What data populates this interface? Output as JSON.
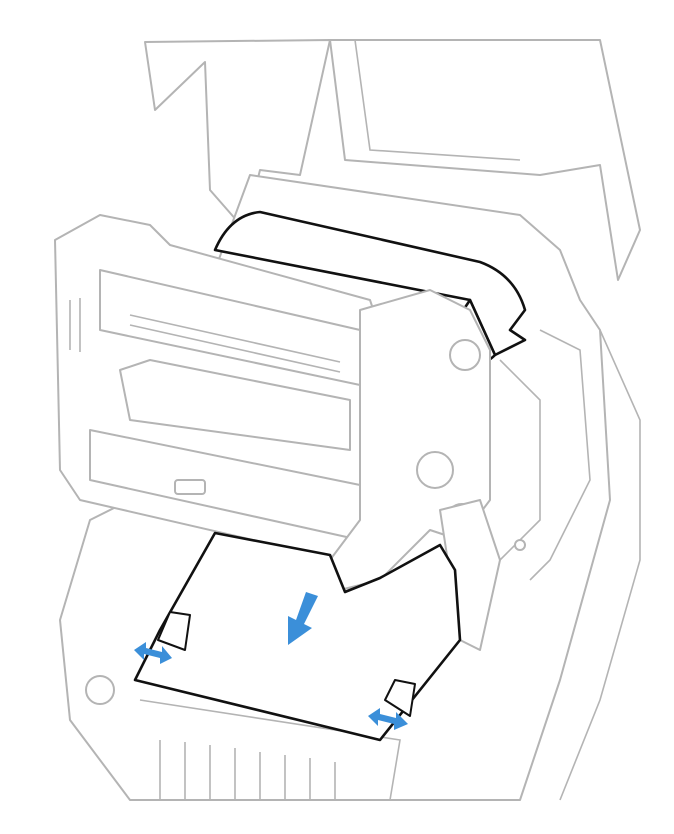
{
  "illustration": {
    "subject": "printer-media-loading",
    "colors": {
      "outline": "#b4b4b4",
      "media": "#111111",
      "arrow": "#3b8fd9",
      "background": "#ffffff"
    },
    "arrows": [
      "feed-direction-arrow",
      "left-guide-adjust-arrow",
      "right-guide-adjust-arrow"
    ]
  }
}
